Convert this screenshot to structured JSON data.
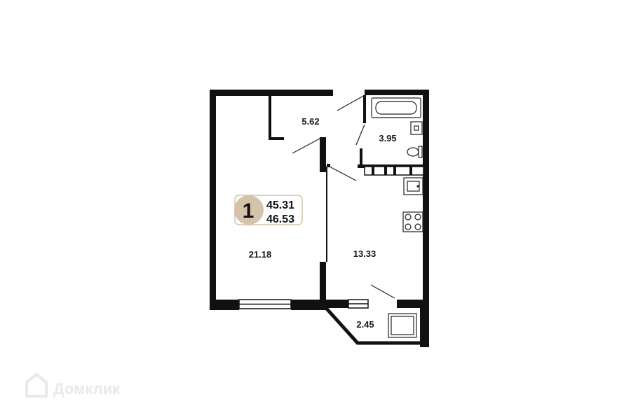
{
  "plan": {
    "rooms_count": "1",
    "total_area": "45.31",
    "area_with_balcony": "46.53",
    "rooms": [
      {
        "id": "hallway",
        "area": "5.62"
      },
      {
        "id": "bathroom",
        "area": "3.95"
      },
      {
        "id": "living-room",
        "area": "21.18"
      },
      {
        "id": "kitchen",
        "area": "13.33"
      },
      {
        "id": "balcony",
        "area": "2.45"
      }
    ]
  },
  "watermark": {
    "brand": "Домклик",
    "icon": "house-logo-icon"
  },
  "colors": {
    "wall": "#111111",
    "badge_fill": "#d4c3ab",
    "watermark": "#e9e9e9"
  }
}
